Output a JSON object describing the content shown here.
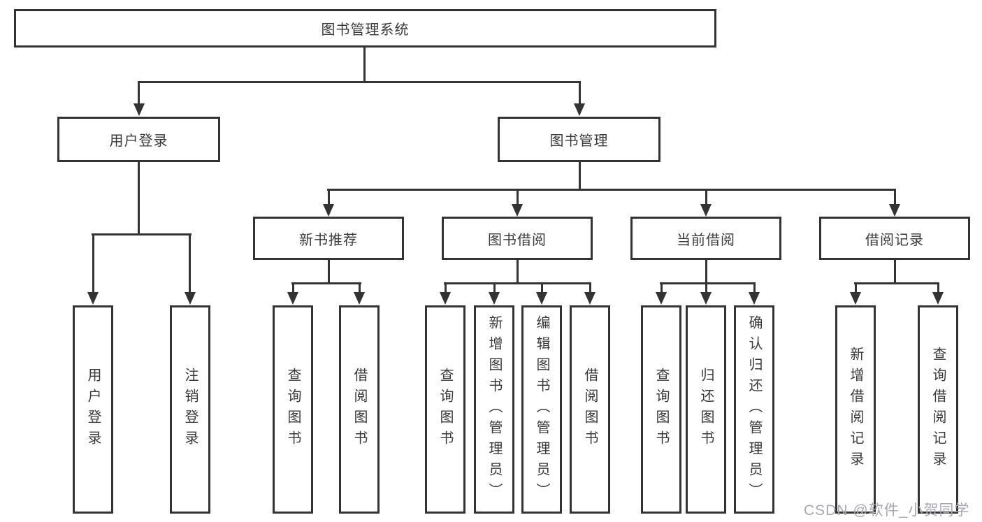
{
  "tree": {
    "root": "图书管理系统",
    "level2": [
      "用户登录",
      "图书管理"
    ],
    "level3": [
      "新书推荐",
      "图书借阅",
      "当前借阅",
      "借阅记录"
    ],
    "leaves": {
      "login": [
        "用户登录",
        "注销登录"
      ],
      "recommend": [
        "查询图书",
        "借阅图书"
      ],
      "borrow": [
        "查询图书",
        "新增图书（管理员）",
        "编辑图书（管理员）",
        "借阅图书"
      ],
      "current": [
        "查询图书",
        "归还图书",
        "确认归还（管理员）"
      ],
      "records": [
        "新增借阅记录",
        "查询借阅记录"
      ]
    }
  },
  "watermark": {
    "text": "CSDN @软件_小贺同学"
  },
  "colors": {
    "line": "#333333",
    "text": "#3a3a3a",
    "watermark": "#a8a8b0",
    "background": "#ffffff"
  }
}
